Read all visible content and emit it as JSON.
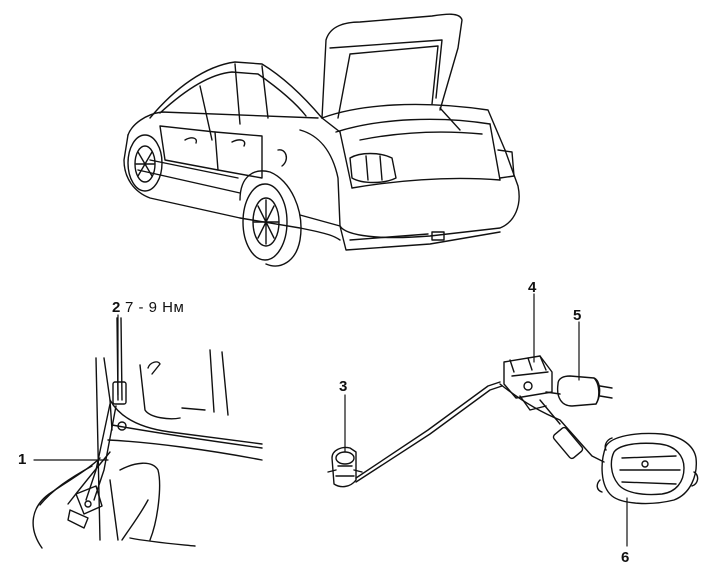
{
  "callouts": {
    "c1": "1",
    "c2": "2",
    "c3": "3",
    "c4": "4",
    "c5": "5",
    "c6": "6"
  },
  "torque_spec": "7 - 9 Нм",
  "colors": {
    "ink": "#111111",
    "background": "#ffffff"
  }
}
